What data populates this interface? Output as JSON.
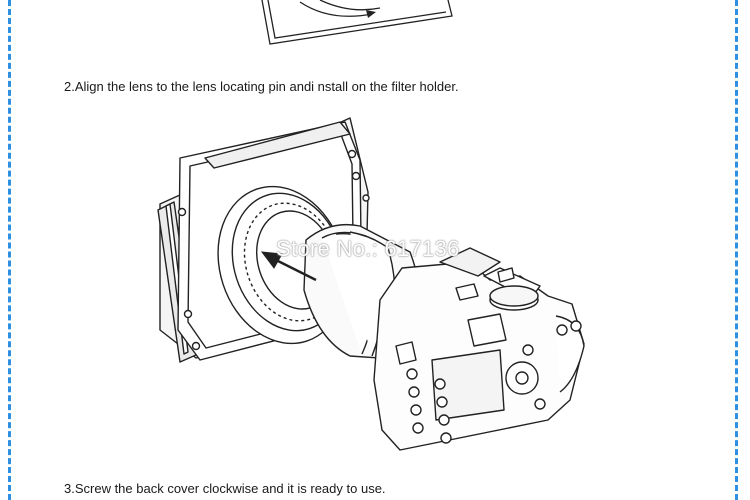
{
  "steps": [
    {
      "text": "2.Align the lens to the lens locating pin andi nstall on the filter holder."
    },
    {
      "text": "3.Screw the back cover clockwise and it is ready to use."
    }
  ],
  "watermark": {
    "text": "Store No.: 617136"
  },
  "illustrations": {
    "top": {
      "icon": "filter-holder-partial-illustration"
    },
    "main": {
      "icon": "camera-lens-filter-holder-illustration"
    }
  },
  "colors": {
    "border": "#2f8fe0",
    "text": "#1a1a1a",
    "line": "#222222"
  }
}
